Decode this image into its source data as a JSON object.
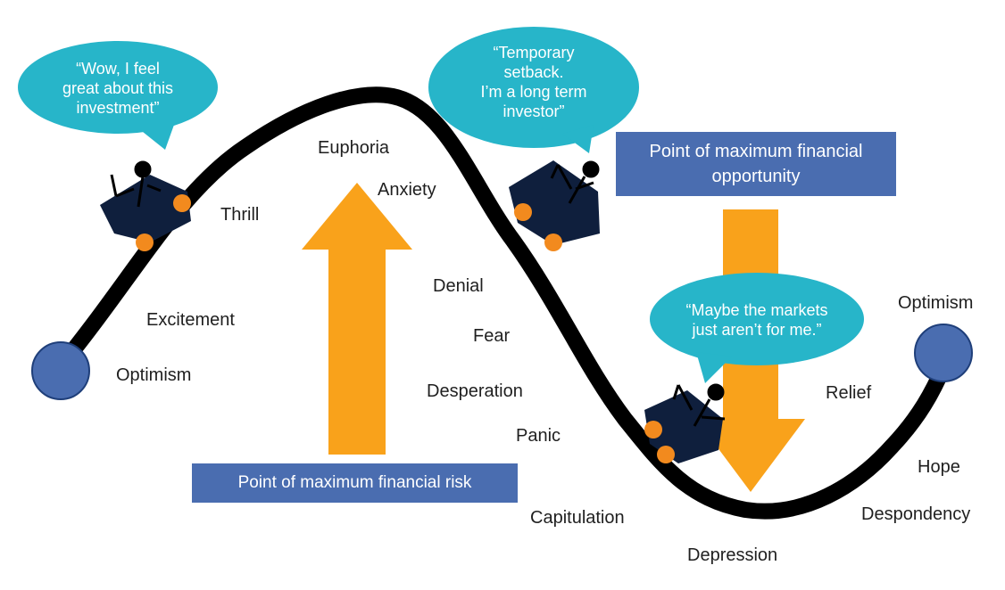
{
  "colors": {
    "curve": "#000000",
    "arrow": "#f9a21b",
    "box": "#4a6db0",
    "bubble": "#27b5c9",
    "circle": "#4a6db0",
    "car": "#0f1f3d",
    "wheel": "#f28a1e"
  },
  "bubbles": {
    "left": [
      "“Wow, I feel",
      "great about this",
      "investment”"
    ],
    "middle": [
      "“Temporary",
      "setback.",
      "I’m a long term",
      "investor”"
    ],
    "right": [
      "“Maybe the markets",
      "just aren’t for me.”"
    ]
  },
  "boxes": {
    "risk": "Point of maximum financial risk",
    "opportunity_line1": "Point of maximum financial",
    "opportunity_line2": "opportunity"
  },
  "emotions": {
    "optimism_start": "Optimism",
    "excitement": "Excitement",
    "thrill": "Thrill",
    "euphoria": "Euphoria",
    "anxiety": "Anxiety",
    "denial": "Denial",
    "fear": "Fear",
    "desperation": "Desperation",
    "panic": "Panic",
    "capitulation": "Capitulation",
    "depression": "Depression",
    "despondency": "Despondency",
    "hope": "Hope",
    "relief": "Relief",
    "optimism_end": "Optimism"
  },
  "icons": [
    "car-icon",
    "driver-icon",
    "speech-bubble-icon",
    "up-arrow-icon",
    "down-arrow-icon"
  ]
}
